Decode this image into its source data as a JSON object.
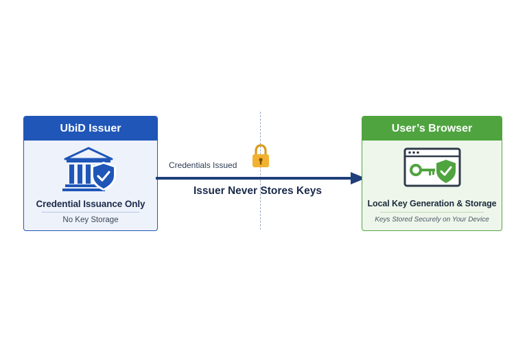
{
  "issuer": {
    "title": "UbiD Issuer",
    "main_text": "Credential Issuance Only",
    "sub_text": "No Key Storage",
    "icons": [
      "bank-icon",
      "shield-check-icon"
    ]
  },
  "browser": {
    "title": "User’s Browser",
    "main_text": "Local Key Generation & Storage",
    "sub_text": "Keys Stored Securely on Your Device",
    "icons": [
      "browser-window-icon",
      "key-icon",
      "shield-check-icon"
    ]
  },
  "flow": {
    "arrow_label": "Credentials Issued",
    "caption": "Issuer Never Stores Keys",
    "icon": "lock-icon"
  },
  "colors": {
    "issuer_blue": "#1f56b8",
    "browser_green": "#4fa43f",
    "arrow_navy": "#1f3f7a",
    "lock_gold": "#f2b230"
  }
}
